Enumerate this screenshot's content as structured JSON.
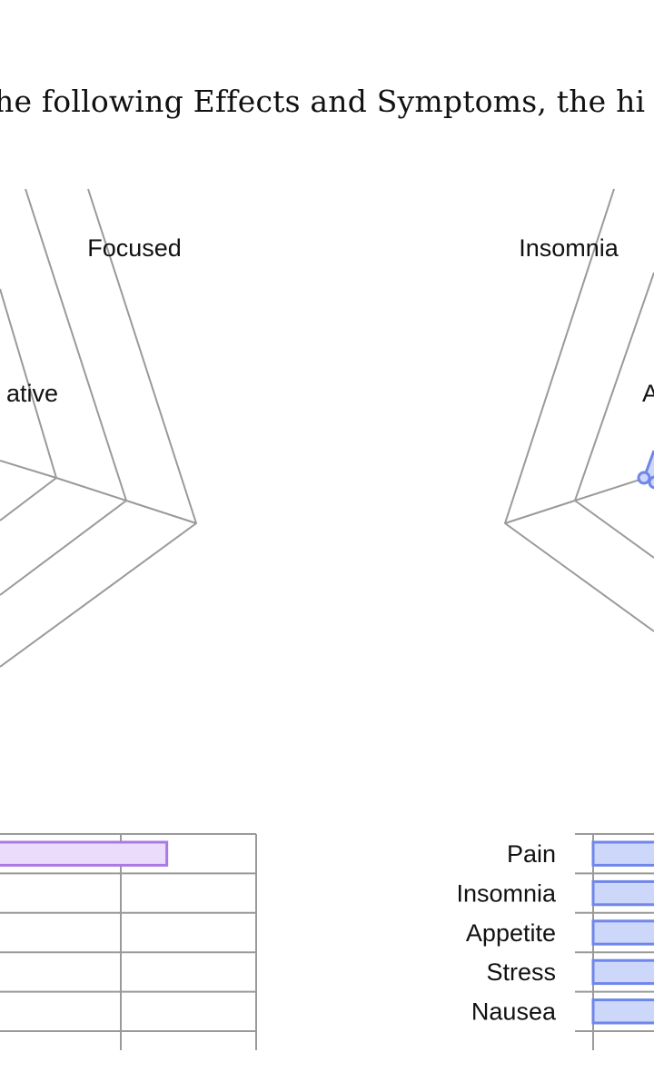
{
  "heading": "he following Effects and Symptoms, the hi",
  "colors": {
    "grid": "#9a9a9a",
    "effects_stroke": "#a97ae6",
    "effects_fill": "#eadcfa",
    "symptoms_stroke": "#6f86ea",
    "symptoms_fill": "#cdd7fa"
  },
  "chart_data": [
    {
      "type": "radar",
      "visible_axis_labels": [
        "Focused",
        "ative"
      ],
      "rings": 3
    },
    {
      "type": "radar",
      "visible_axis_labels": [
        "Insomnia",
        "A"
      ],
      "rings": 3
    },
    {
      "type": "bar",
      "orientation": "horizontal",
      "row_count": 5,
      "values": [
        0.67,
        null,
        null,
        null,
        null
      ]
    },
    {
      "type": "bar",
      "orientation": "horizontal",
      "categories": [
        "Pain",
        "Insomnia",
        "Appetite",
        "Stress",
        "Nausea"
      ]
    }
  ]
}
